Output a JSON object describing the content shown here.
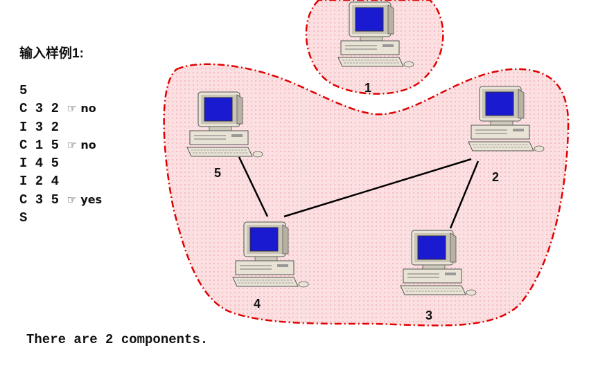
{
  "sample": {
    "title": "输入样例1:",
    "lines": [
      {
        "text": "5",
        "note": ""
      },
      {
        "text": "C 3 2 ",
        "note": "☞ no"
      },
      {
        "text": "I 3 2",
        "note": ""
      },
      {
        "text": "C 1 5 ",
        "note": "☞ no"
      },
      {
        "text": "I 4 5",
        "note": ""
      },
      {
        "text": "I 2 4",
        "note": ""
      },
      {
        "text": "C 3 5 ",
        "note": "☞ yes"
      },
      {
        "text": "S",
        "note": ""
      }
    ]
  },
  "output": "There are 2 components.",
  "diagram": {
    "regions": [
      {
        "name": "component-region-1",
        "fill": "#f9d3d6",
        "stroke": "#e00000"
      },
      {
        "name": "component-region-2",
        "fill": "#f9d3d6",
        "stroke": "#e00000"
      }
    ],
    "nodes": [
      {
        "id": "1",
        "label": "1"
      },
      {
        "id": "2",
        "label": "2"
      },
      {
        "id": "3",
        "label": "3"
      },
      {
        "id": "4",
        "label": "4"
      },
      {
        "id": "5",
        "label": "5"
      }
    ],
    "edges": [
      {
        "from": "5",
        "to": "4"
      },
      {
        "from": "2",
        "to": "4"
      },
      {
        "from": "2",
        "to": "3"
      }
    ],
    "colors": {
      "screen": "#1a1ad0",
      "computer_body": "#e8e3d5",
      "edge": "#000000"
    }
  }
}
